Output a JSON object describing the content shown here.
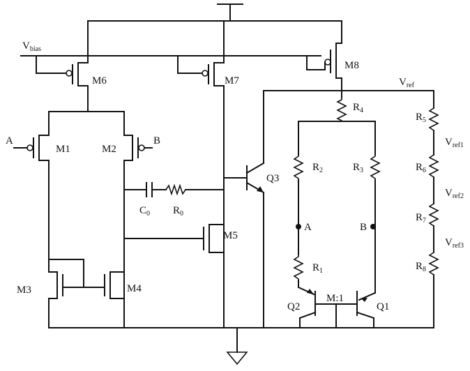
{
  "labels": {
    "vbias": "V",
    "vbias_sub": "bias",
    "vref": "V",
    "vref_sub": "ref",
    "vref1": "V",
    "vref1_sub": "ref1",
    "vref2": "V",
    "vref2_sub": "ref2",
    "vref3": "V",
    "vref3_sub": "ref3",
    "m1": "M1",
    "m2": "M2",
    "m3": "M3",
    "m4": "M4",
    "m5": "M5",
    "m6": "M6",
    "m7": "M7",
    "m8": "M8",
    "q1": "Q1",
    "q2": "Q2",
    "q3": "Q3",
    "ratio": "M:1",
    "c0": "C",
    "c0_sub": "0",
    "r0": "R",
    "r0_sub": "0",
    "r1": "R",
    "r1_sub": "1",
    "r2": "R",
    "r2_sub": "2",
    "r3": "R",
    "r3_sub": "3",
    "r4": "R",
    "r4_sub": "4",
    "r5": "R",
    "r5_sub": "5",
    "r6": "R",
    "r6_sub": "6",
    "r7": "R",
    "r7_sub": "7",
    "r8": "R",
    "r8_sub": "8",
    "node_a": "A",
    "node_b": "B",
    "gate_a": "A",
    "gate_b": "B"
  }
}
